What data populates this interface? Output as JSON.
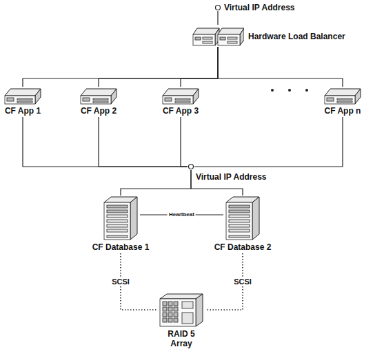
{
  "diagram": {
    "nodes": [
      {
        "text": [
          "Virtual IP Address"
        ]
      },
      {
        "text": [
          "Hardware Load Balancer"
        ]
      },
      {
        "text": [
          "CF App 1"
        ]
      },
      {
        "text": [
          "CF App 2"
        ]
      },
      {
        "text": [
          "CF App 3"
        ]
      },
      {
        "text": [
          "CF App n"
        ]
      },
      {
        "text": [
          "Virtual IP Address"
        ]
      },
      {
        "text": [
          "CF Database 1"
        ]
      },
      {
        "text": [
          "CF Database 2"
        ]
      },
      {
        "text": [
          "RAID 5 Array"
        ]
      }
    ],
    "edges": [
      {
        "from": 0,
        "to": 1,
        "arrow": "none"
      },
      {
        "from": 1,
        "to": 2,
        "arrow": "none"
      },
      {
        "from": 1,
        "to": 3,
        "arrow": "none"
      },
      {
        "from": 1,
        "to": 4,
        "arrow": "none"
      },
      {
        "from": 1,
        "to": 5,
        "arrow": "none"
      },
      {
        "from": 2,
        "to": 6,
        "arrow": "none"
      },
      {
        "from": 3,
        "to": 6,
        "arrow": "none"
      },
      {
        "from": 4,
        "to": 6,
        "arrow": "none"
      },
      {
        "from": 5,
        "to": 6,
        "arrow": "none"
      },
      {
        "from": 6,
        "to": 7,
        "arrow": "none"
      },
      {
        "from": 6,
        "to": 8,
        "arrow": "none"
      },
      {
        "from": 7,
        "to": 8,
        "label": "Heartbeat",
        "arrow": "none"
      },
      {
        "from": 7,
        "to": 9,
        "label": "SCSI",
        "arrow": "none"
      },
      {
        "from": 8,
        "to": 9,
        "label": "SCSI",
        "arrow": "none"
      }
    ]
  }
}
